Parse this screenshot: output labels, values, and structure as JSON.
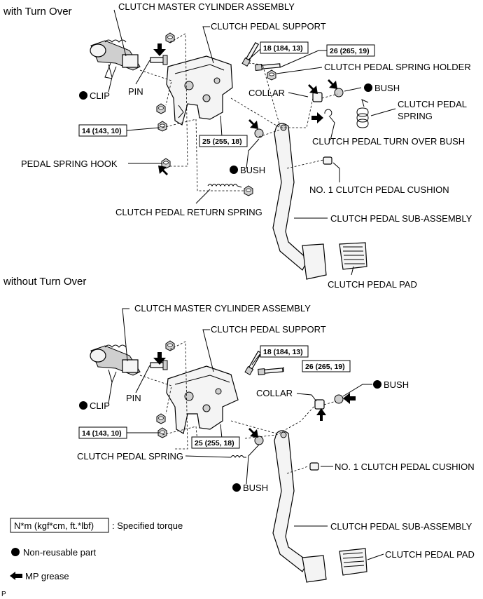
{
  "sections": {
    "with_turn_over": "with Turn Over",
    "without_turn_over": "without Turn Over"
  },
  "labels_top": {
    "master_cylinder": "CLUTCH MASTER CYLINDER ASSEMBLY",
    "pedal_support": "CLUTCH PEDAL SUPPORT",
    "spring_holder": "CLUTCH PEDAL SPRING HOLDER",
    "collar": "COLLAR",
    "bush_a": "BUSH",
    "pedal_spring_1": "CLUTCH PEDAL",
    "pedal_spring_2": "SPRING",
    "clip": "CLIP",
    "pin": "PIN",
    "turn_over_bush": "CLUTCH PEDAL TURN OVER BUSH",
    "spring_hook": "PEDAL SPRING HOOK",
    "bush_b": "BUSH",
    "cushion": "NO. 1 CLUTCH PEDAL CUSHION",
    "return_spring": "CLUTCH PEDAL RETURN SPRING",
    "sub_assembly": "CLUTCH PEDAL SUB-ASSEMBLY",
    "pedal_pad": "CLUTCH PEDAL PAD"
  },
  "labels_bottom": {
    "master_cylinder": "CLUTCH MASTER CYLINDER ASSEMBLY",
    "pedal_support": "CLUTCH PEDAL SUPPORT",
    "bush_a": "BUSH",
    "collar": "COLLAR",
    "clip": "CLIP",
    "pin": "PIN",
    "pedal_spring": "CLUTCH PEDAL SPRING",
    "bush_b": "BUSH",
    "cushion": "NO. 1 CLUTCH PEDAL CUSHION",
    "sub_assembly": "CLUTCH PEDAL SUB-ASSEMBLY",
    "pedal_pad": "CLUTCH PEDAL PAD"
  },
  "torques": {
    "t18": "18 (184, 13)",
    "t26": "26 (265, 19)",
    "t14": "14 (143, 10)",
    "t25": "25 (255, 18)"
  },
  "legend": {
    "torque_box": "N*m (kgf*cm, ft.*lbf)",
    "torque_text": ": Specified torque",
    "non_reusable": "Non-reusable part",
    "grease": "MP grease"
  },
  "footer": "P",
  "icons": [
    "non-reusable-dot-icon",
    "grease-arrow-icon"
  ]
}
